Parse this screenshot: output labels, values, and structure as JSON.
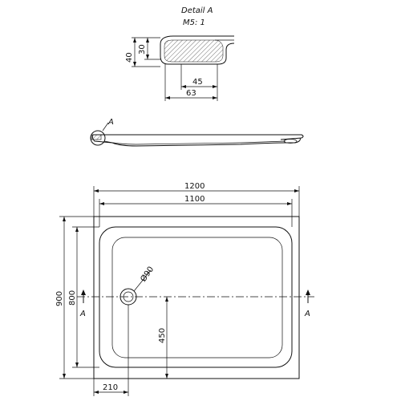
{
  "detail": {
    "title": "Detail  A",
    "scale": "M5: 1",
    "dim_40": "40",
    "dim_30": "30",
    "dim_45": "45",
    "dim_63": "63"
  },
  "side_view": {
    "marker": "A"
  },
  "plan": {
    "dim_1200": "1200",
    "dim_1100": "1100",
    "dim_900": "900",
    "dim_800": "800",
    "dim_450": "450",
    "dim_210": "210",
    "drain": "Ø90",
    "section_left": "A",
    "section_right": "A"
  },
  "colors": {
    "line": "#111111",
    "background": "#ffffff"
  }
}
